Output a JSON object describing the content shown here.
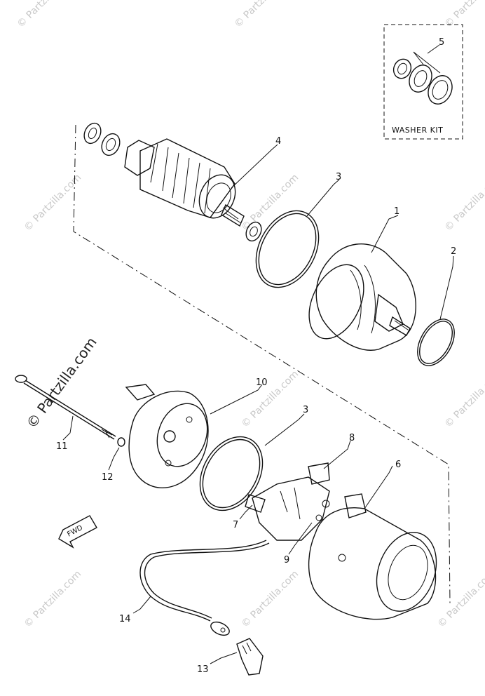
{
  "callouts": [
    {
      "id": "1",
      "text": "1"
    },
    {
      "id": "2",
      "text": "2"
    },
    {
      "id": "3a",
      "text": "3"
    },
    {
      "id": "3b",
      "text": "3"
    },
    {
      "id": "4",
      "text": "4"
    },
    {
      "id": "5",
      "text": "5"
    },
    {
      "id": "6",
      "text": "6"
    },
    {
      "id": "7",
      "text": "7"
    },
    {
      "id": "8",
      "text": "8"
    },
    {
      "id": "9",
      "text": "9"
    },
    {
      "id": "10",
      "text": "10"
    },
    {
      "id": "11",
      "text": "11"
    },
    {
      "id": "12",
      "text": "12"
    },
    {
      "id": "13",
      "text": "13"
    },
    {
      "id": "14",
      "text": "14"
    }
  ],
  "washer_kit_label": "WASHER KIT",
  "fwd_label": "FWD",
  "watermark_main": "© Partzilla.com",
  "watermark_tile": "© Partzilla.com",
  "colors": {
    "ink": "#111111",
    "watermark": "#c9c9c9",
    "background": "#ffffff"
  }
}
